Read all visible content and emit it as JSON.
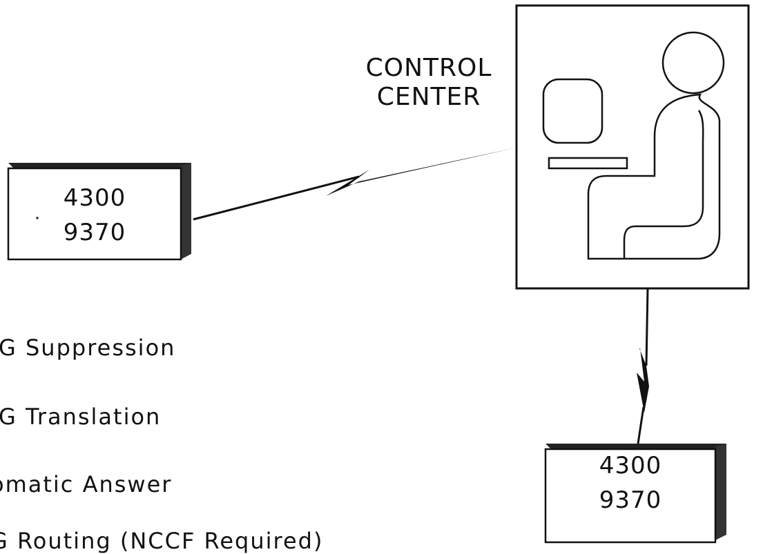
{
  "control_center": {
    "line1": "CONTROL",
    "line2": "CENTER"
  },
  "host_left": {
    "line1": "4300",
    "line2": "9370"
  },
  "host_bottom": {
    "line1": "4300",
    "line2": "9370"
  },
  "features": [
    "G Suppression",
    "G Translation",
    "omatic Answer",
    "G Routing (NCCF Required)"
  ]
}
